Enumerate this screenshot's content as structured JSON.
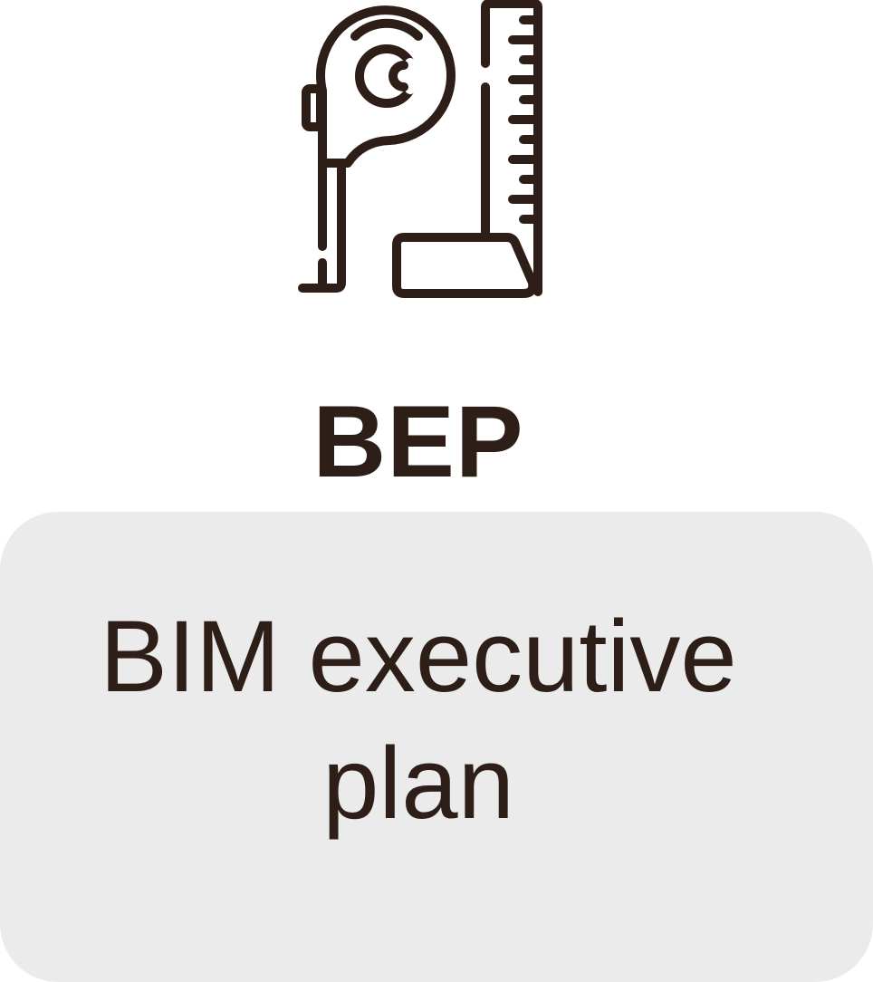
{
  "icon": {
    "name": "measuring-tape-ruler-icon",
    "stroke_color": "#2d1e18"
  },
  "title": "BEP",
  "card": {
    "background": "#ebebeb",
    "line1": "BIM executive",
    "line2": "plan"
  }
}
